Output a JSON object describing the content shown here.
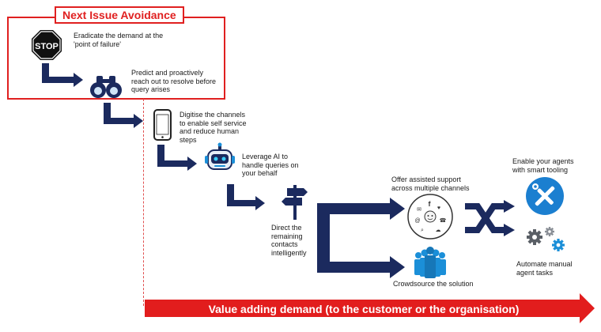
{
  "header": {
    "title": "Next Issue Avoidance"
  },
  "steps": {
    "eradicate": "Eradicate the demand at the 'point of failure'",
    "predict": "Predict and proactively reach out to resolve before query arises",
    "digitise": "Digitise the channels to enable self service and reduce human steps",
    "leverage_ai": "Leverage AI to handle queries on your behalf",
    "direct": "Direct the remaining contacts intelligently",
    "assisted": "Offer assisted support across multiple channels",
    "crowdsource": "Crowdsource the solution",
    "enable_agents": "Enable your agents with smart tooling",
    "automate": "Automate manual agent tasks"
  },
  "stop_sign": {
    "text": "STOP"
  },
  "banner": {
    "text": "Value adding demand (to the customer or the organisation)"
  },
  "colors": {
    "navy": "#1b2a5e",
    "red": "#e02020",
    "blue": "#1b8fd8"
  },
  "icons": [
    "stop-sign-icon",
    "binoculars-icon",
    "smartphone-icon",
    "robot-icon",
    "signpost-icon",
    "social-channels-icon",
    "crowd-icon",
    "shuffle-icon",
    "tools-icon",
    "gears-icon"
  ]
}
